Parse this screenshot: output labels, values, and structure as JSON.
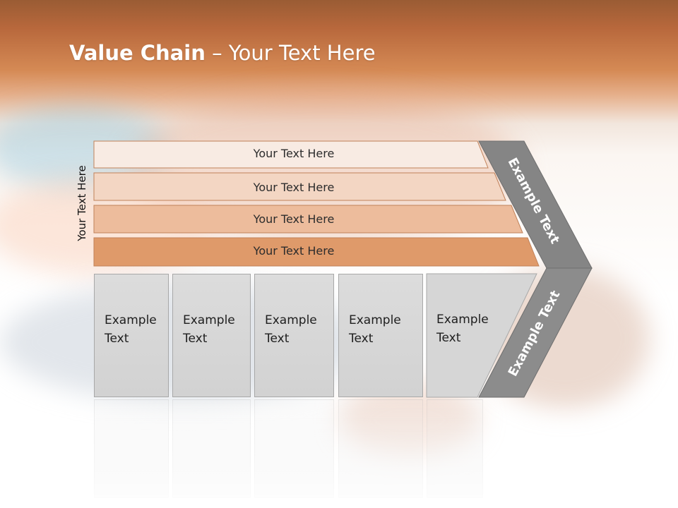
{
  "slide": {
    "title_bold": "Value Chain",
    "title_rest": " – Your Text Here",
    "side_label": "Your Text Here"
  },
  "bars": [
    {
      "label": "Your Text Here",
      "fill": "#f8ebe3"
    },
    {
      "label": "Your Text Here",
      "fill": "#f3d6c3"
    },
    {
      "label": "Your Text Here",
      "fill": "#edbc9c"
    },
    {
      "label": "Your Text Here",
      "fill": "#df9a6a"
    }
  ],
  "columns": [
    {
      "line1": "Example",
      "line2": "Text"
    },
    {
      "line1": "Example",
      "line2": "Text"
    },
    {
      "line1": "Example",
      "line2": "Text"
    },
    {
      "line1": "Example",
      "line2": "Text"
    },
    {
      "line1": "Example",
      "line2": "Text"
    }
  ],
  "chevron": {
    "upper_text": "Example Text",
    "lower_text": "Example Text",
    "fill": "#858585",
    "lower_fill": "#8c8c8c"
  },
  "colors": {
    "header": "#d58a55",
    "bar_border": "#c0825a",
    "box_fill": "#d6d6d6"
  }
}
